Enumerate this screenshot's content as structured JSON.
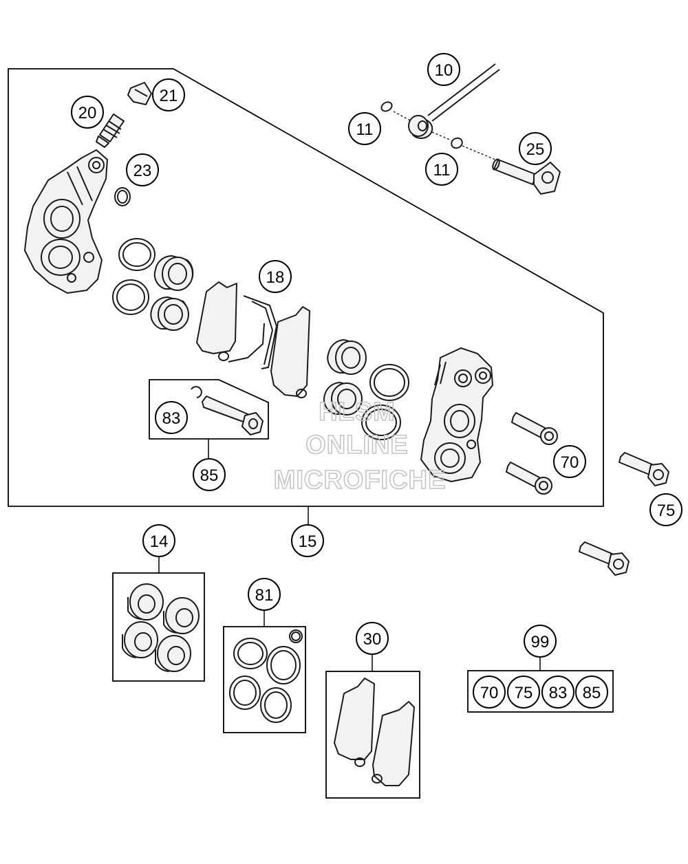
{
  "callouts": {
    "c10": "10",
    "c11a": "11",
    "c11b": "11",
    "c25": "25",
    "c20": "20",
    "c21": "21",
    "c23": "23",
    "c18": "18",
    "c83": "83",
    "c85": "85",
    "c70": "70",
    "c75": "75",
    "c15": "15",
    "c14": "14",
    "c81": "81",
    "c30": "30",
    "c99": "99",
    "kit99": [
      "70",
      "75",
      "83",
      "85"
    ]
  },
  "watermark": {
    "line1": "HLSM",
    "line2": "ONLINE",
    "line3": "MICROFICHE"
  }
}
